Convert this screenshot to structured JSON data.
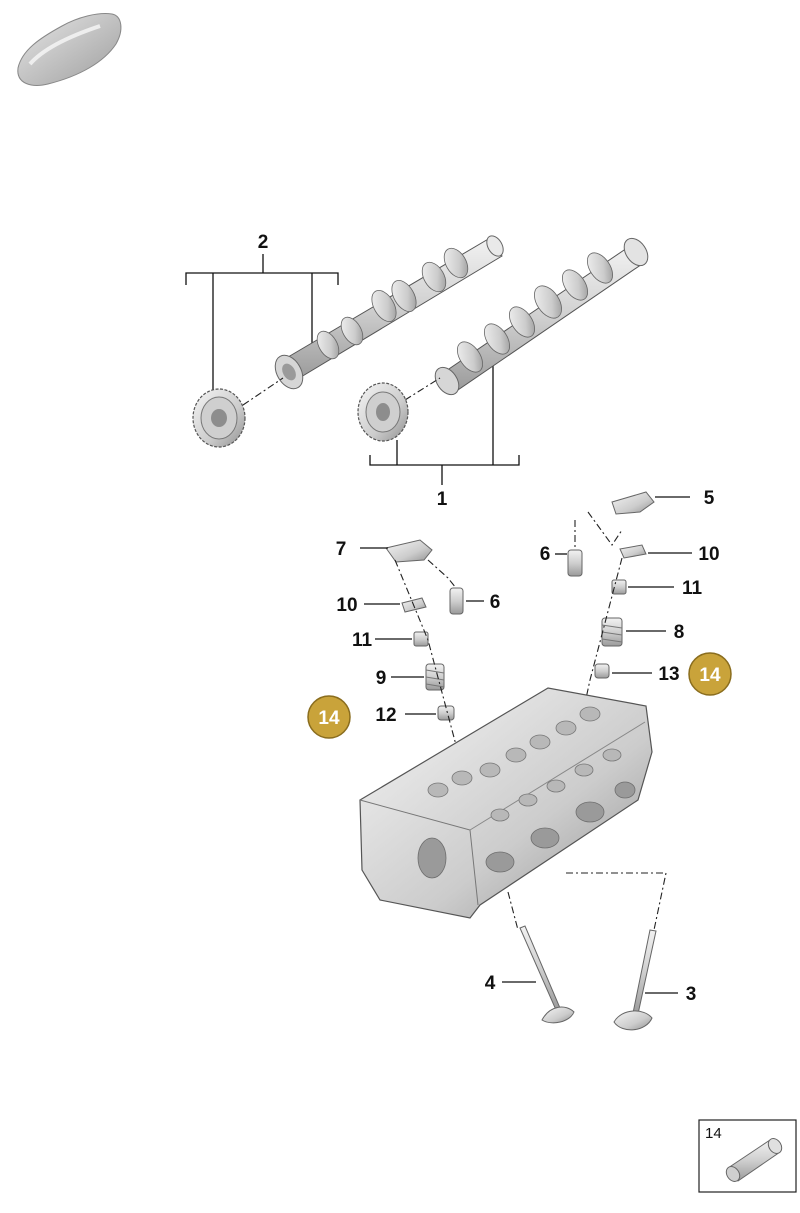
{
  "callouts": {
    "c1": "1",
    "c2": "2",
    "c3": "3",
    "c4": "4",
    "c5": "5",
    "c6_left": "6",
    "c6_right": "6",
    "c7": "7",
    "c8": "8",
    "c9": "9",
    "c10_left": "10",
    "c10_right": "10",
    "c11_left": "11",
    "c11_right": "11",
    "c12": "12",
    "c13": "13"
  },
  "badges": {
    "left": "14",
    "right": "14"
  },
  "inset": {
    "label": "14"
  },
  "colors": {
    "badge": "#C9A33A",
    "part_fill": "#d8d8d8",
    "part_shadow": "#a9a9a9"
  },
  "icons": {
    "vehicle": "car-silhouette-icon"
  }
}
